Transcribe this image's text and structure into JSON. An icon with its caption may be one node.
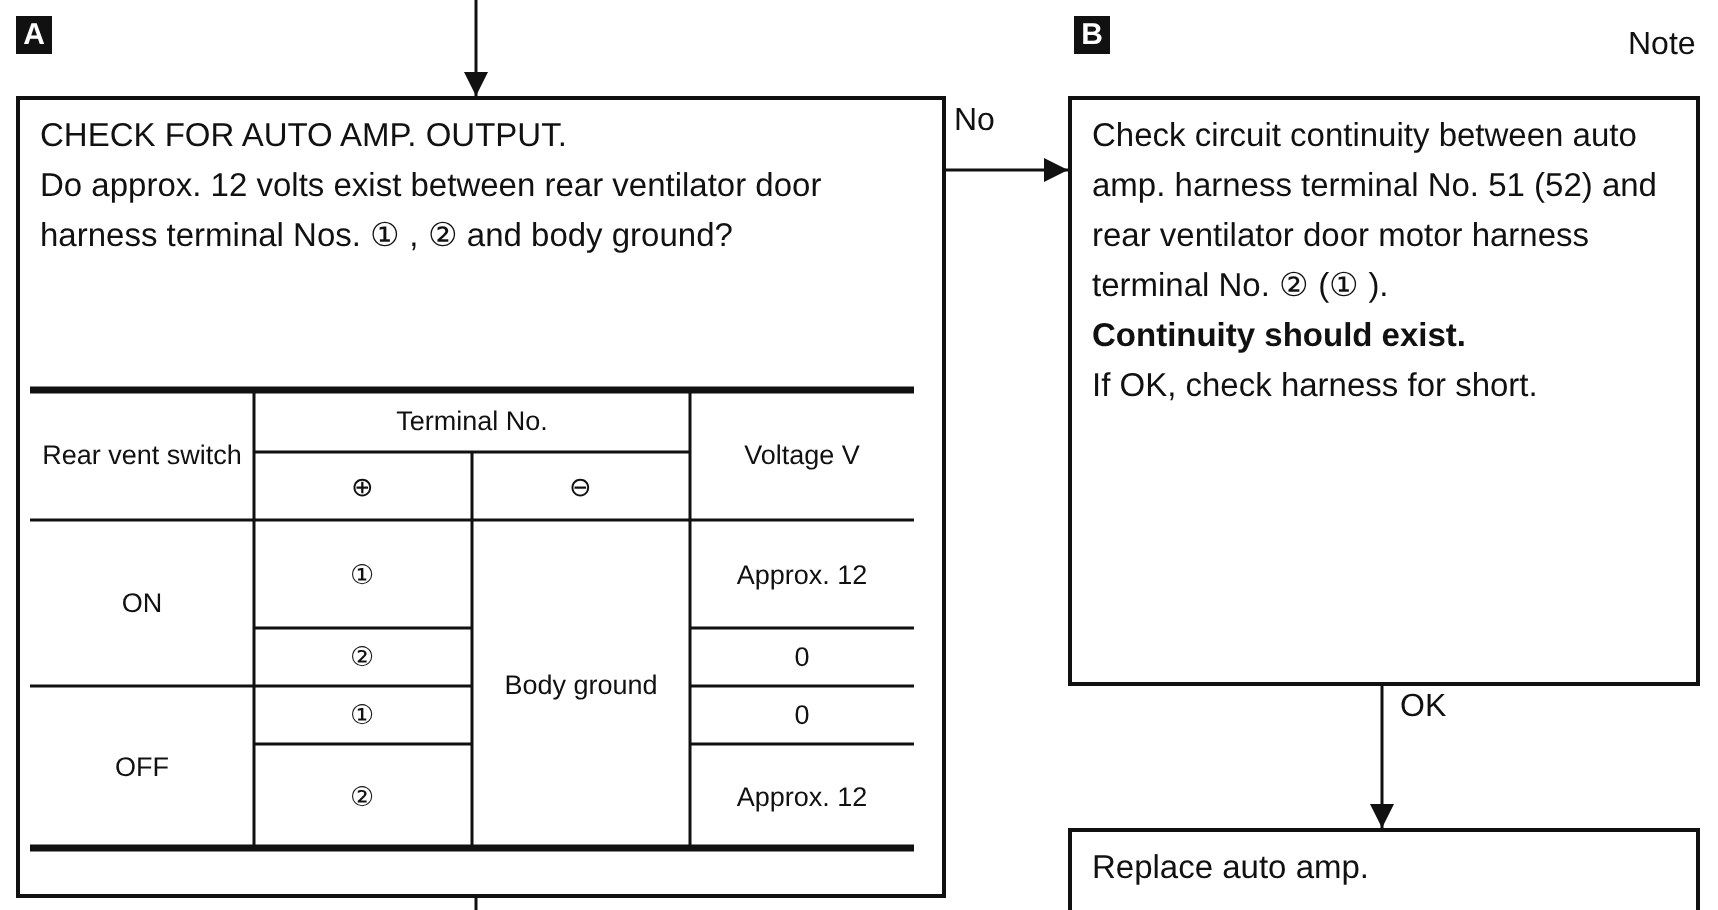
{
  "diagram": {
    "nodes": [
      {
        "text": [
          "CHECK FOR AUTO AMP. OUTPUT.",
          "Do approx. 12 volts exist between rear ventilator door harness terminal Nos. ① , ② and body ground?"
        ]
      },
      {
        "text": [
          "Check circuit continuity between auto amp. harness terminal No. 51 (52) and rear ventilator door motor harness terminal No. ② (① ).",
          "Continuity should exist.",
          "If OK, check harness for short."
        ]
      },
      {
        "text": [
          "Replace auto amp."
        ]
      }
    ],
    "edges": [
      {
        "from": null,
        "to": 0,
        "arrow": "to"
      },
      {
        "from": 0,
        "to": 1,
        "arrow": "to",
        "label": "No"
      },
      {
        "from": 1,
        "to": 2,
        "arrow": "to",
        "label": "OK"
      },
      {
        "from": 0,
        "to": null,
        "arrow": "none"
      }
    ],
    "labels": [
      "A",
      "B",
      "Note",
      "Rear vent switch",
      "Terminal No.",
      "Voltage V",
      "⊕",
      "⊖",
      "ON",
      "①",
      "Body ground",
      "Approx. 12",
      "②",
      "0",
      "OFF",
      "①",
      "0",
      "②",
      "Approx. 12"
    ]
  }
}
